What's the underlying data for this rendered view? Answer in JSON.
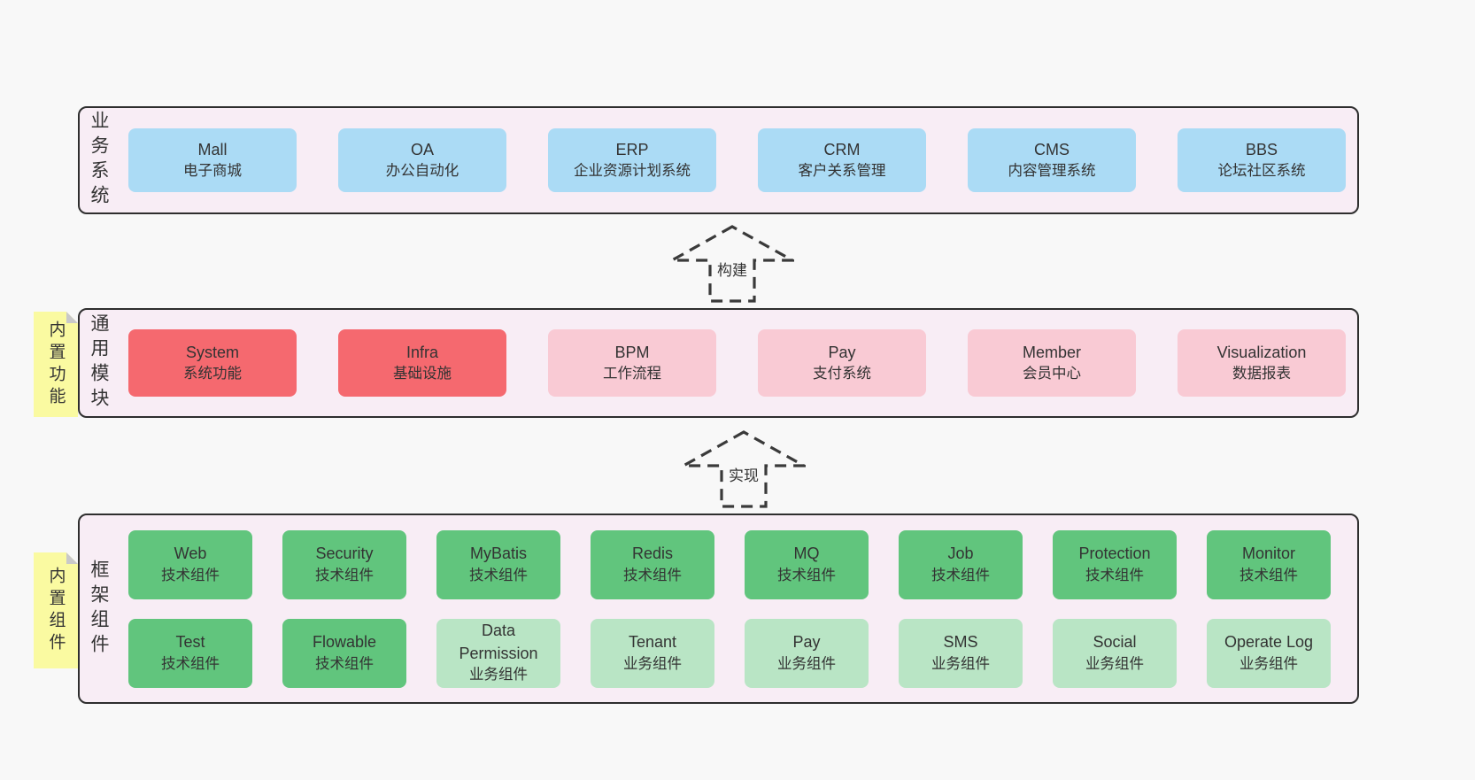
{
  "page": {
    "bg": "#f8f8f8",
    "layer_bg": "#f8edf5",
    "border_color": "#2e2e2e",
    "text_color": "#333333",
    "tag_bg": "#fafaa1",
    "tag_fold_color": "#c9c9c9"
  },
  "colors": {
    "blue": "#abdbf5",
    "red": "#f5696f",
    "pink": "#f9cad4",
    "green": "#61c57d",
    "lightgreen": "#b9e5c5"
  },
  "arrows": [
    {
      "label": "构建"
    },
    {
      "label": "实现"
    }
  ],
  "layers": [
    {
      "label": "业务系统",
      "boxes": [
        {
          "title": "Mall",
          "subtitle": "电子商城",
          "variant": "blue"
        },
        {
          "title": "OA",
          "subtitle": "办公自动化",
          "variant": "blue"
        },
        {
          "title": "ERP",
          "subtitle": "企业资源计划系统",
          "variant": "blue"
        },
        {
          "title": "CRM",
          "subtitle": "客户关系管理",
          "variant": "blue"
        },
        {
          "title": "CMS",
          "subtitle": "内容管理系统",
          "variant": "blue"
        },
        {
          "title": "BBS",
          "subtitle": "论坛社区系统",
          "variant": "blue"
        }
      ]
    },
    {
      "label": "通用模块",
      "tag": "内置功能",
      "boxes": [
        {
          "title": "System",
          "subtitle": "系统功能",
          "variant": "red"
        },
        {
          "title": "Infra",
          "subtitle": "基础设施",
          "variant": "red"
        },
        {
          "title": "BPM",
          "subtitle": "工作流程",
          "variant": "pink"
        },
        {
          "title": "Pay",
          "subtitle": "支付系统",
          "variant": "pink"
        },
        {
          "title": "Member",
          "subtitle": "会员中心",
          "variant": "pink"
        },
        {
          "title": "Visualization",
          "subtitle": "数据报表",
          "variant": "pink"
        }
      ]
    },
    {
      "label": "框架组件",
      "tag": "内置组件",
      "rows": [
        [
          {
            "title": "Web",
            "subtitle": "技术组件",
            "variant": "green"
          },
          {
            "title": "Security",
            "subtitle": "技术组件",
            "variant": "green"
          },
          {
            "title": "MyBatis",
            "subtitle": "技术组件",
            "variant": "green"
          },
          {
            "title": "Redis",
            "subtitle": "技术组件",
            "variant": "green"
          },
          {
            "title": "MQ",
            "subtitle": "技术组件",
            "variant": "green"
          },
          {
            "title": "Job",
            "subtitle": "技术组件",
            "variant": "green"
          },
          {
            "title": "Protection",
            "subtitle": "技术组件",
            "variant": "green"
          },
          {
            "title": "Monitor",
            "subtitle": "技术组件",
            "variant": "green"
          }
        ],
        [
          {
            "title": "Test",
            "subtitle": "技术组件",
            "variant": "green"
          },
          {
            "title": "Flowable",
            "subtitle": "技术组件",
            "variant": "green"
          },
          {
            "title": "Data Permission",
            "subtitle": "业务组件",
            "variant": "lightgreen"
          },
          {
            "title": "Tenant",
            "subtitle": "业务组件",
            "variant": "lightgreen"
          },
          {
            "title": "Pay",
            "subtitle": "业务组件",
            "variant": "lightgreen"
          },
          {
            "title": "SMS",
            "subtitle": "业务组件",
            "variant": "lightgreen"
          },
          {
            "title": "Social",
            "subtitle": "业务组件",
            "variant": "lightgreen"
          },
          {
            "title": "Operate Log",
            "subtitle": "业务组件",
            "variant": "lightgreen"
          }
        ]
      ]
    }
  ]
}
